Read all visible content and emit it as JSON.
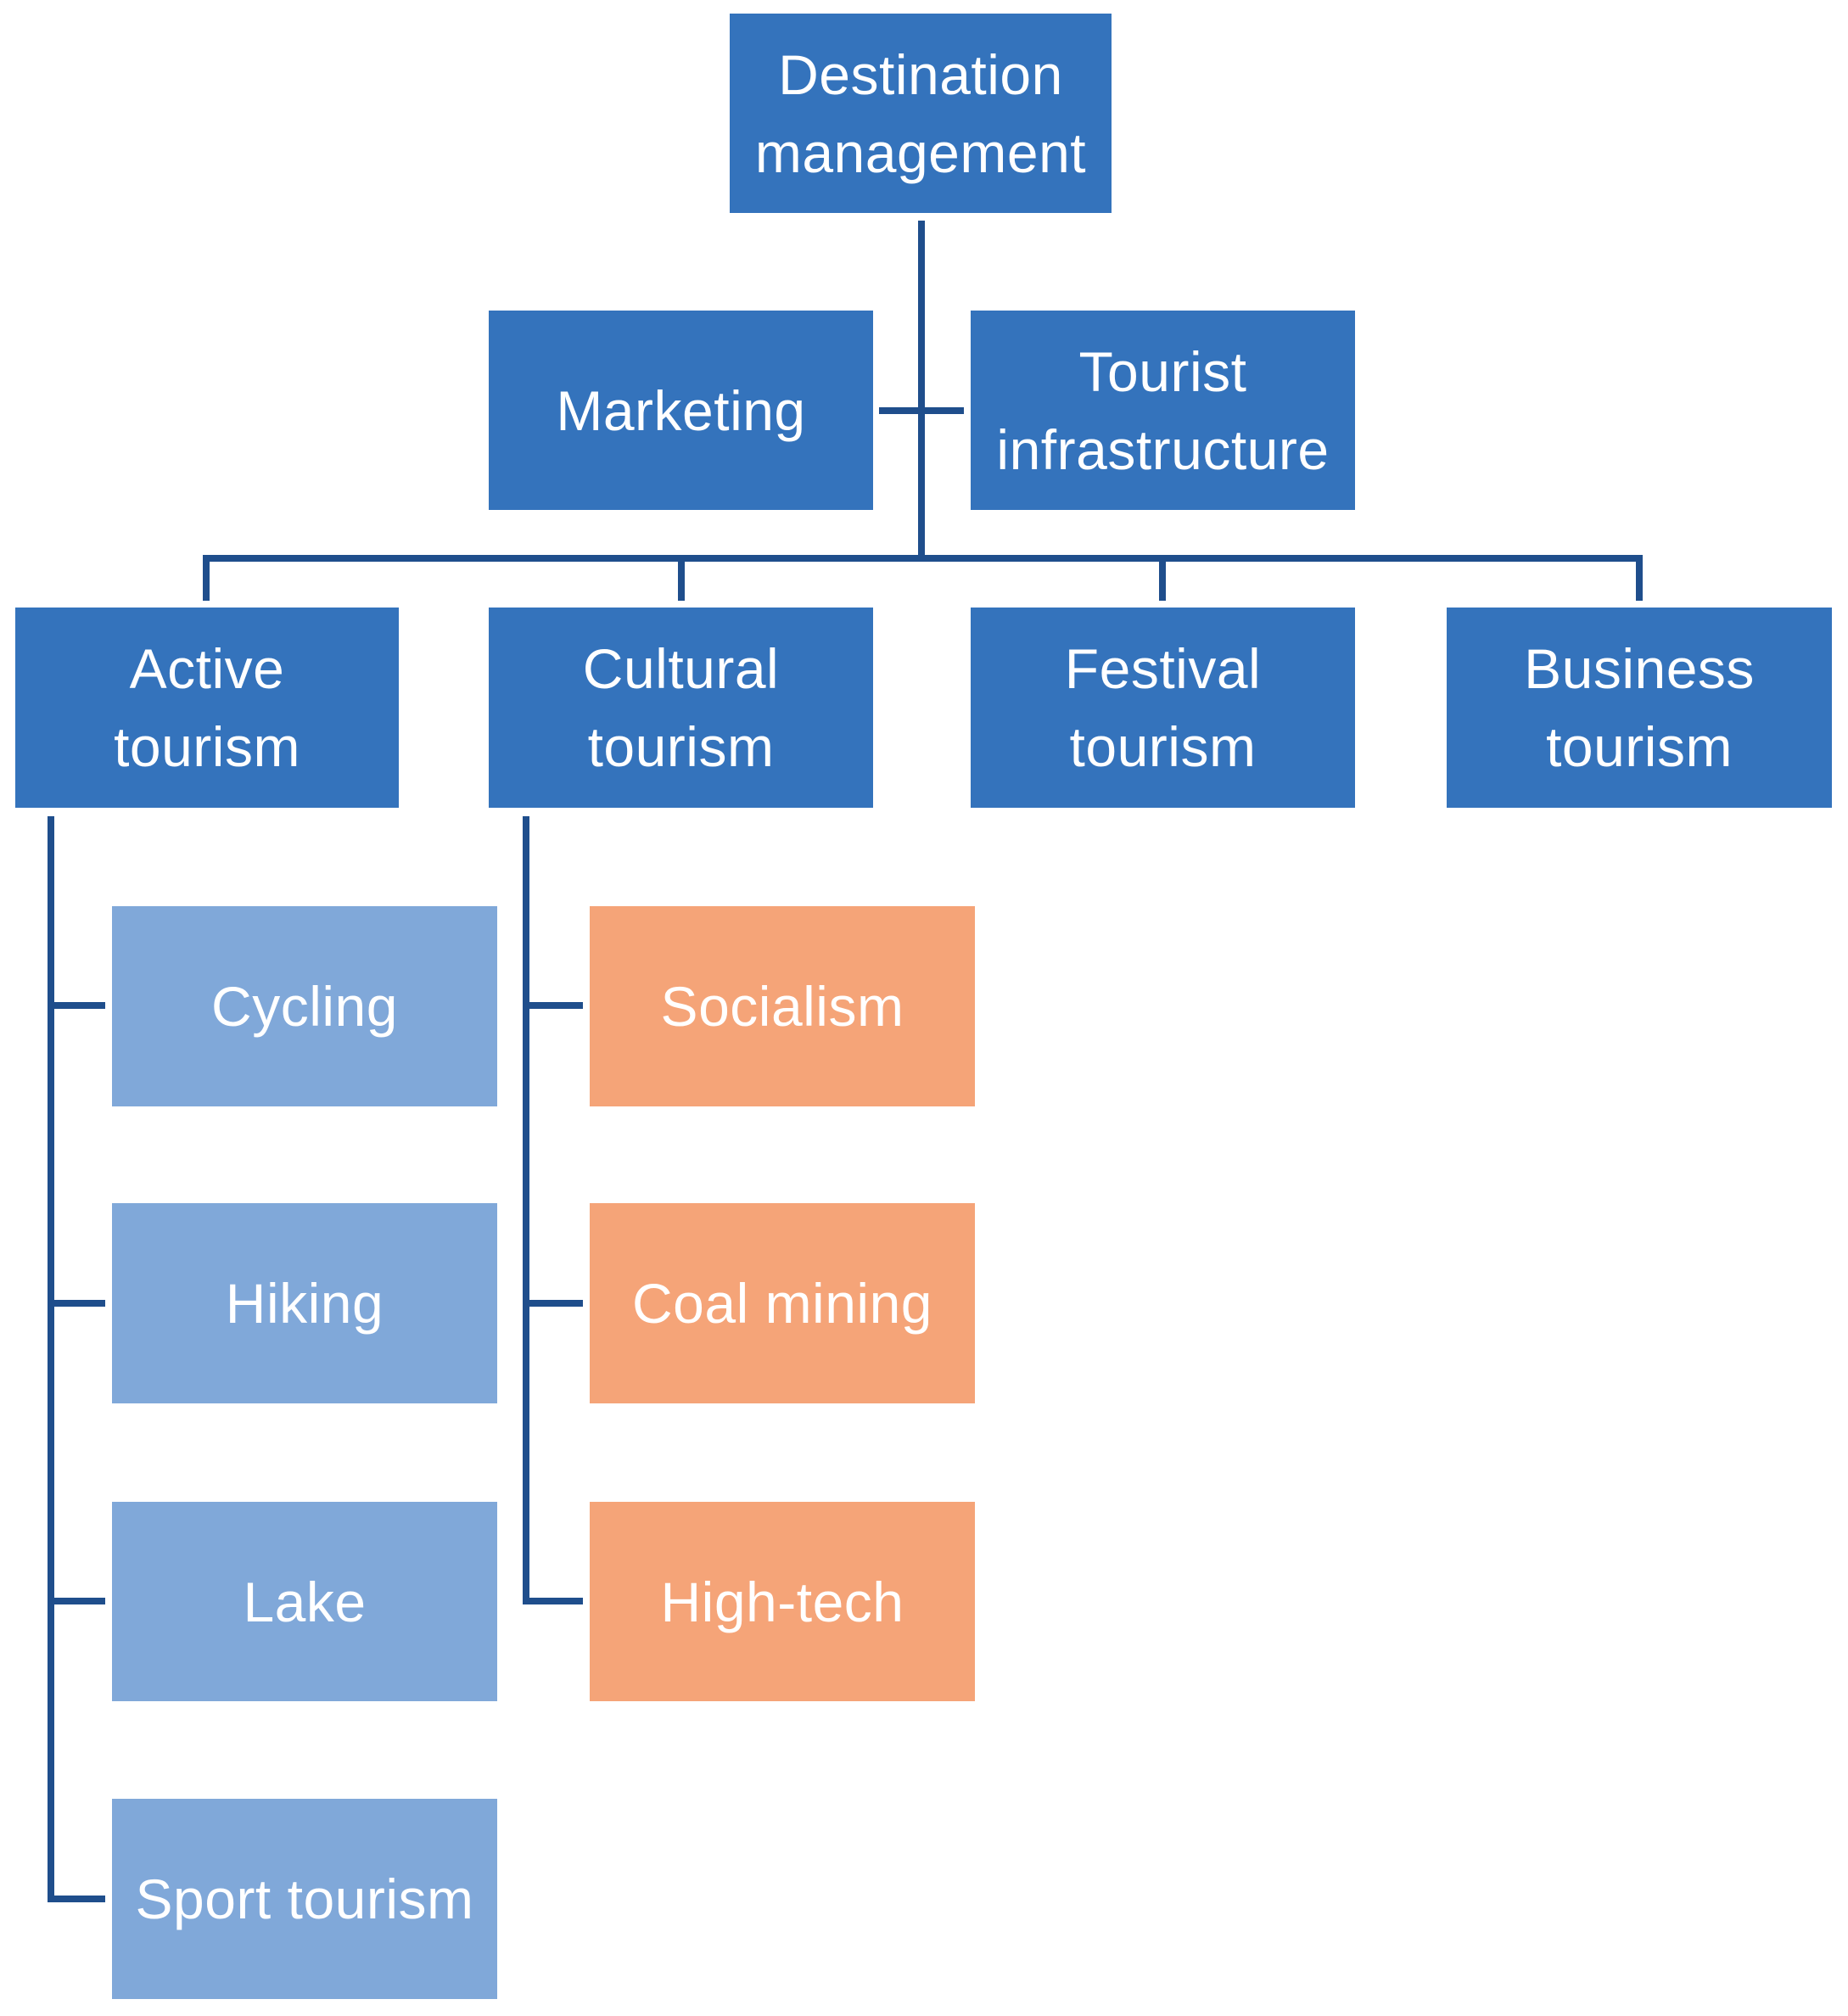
{
  "colors": {
    "primary_box": "#3473bc",
    "active_sub_box": "#80a8d9",
    "cultural_sub_box": "#f5a478",
    "connector": "#1f4e8c",
    "text": "#ffffff"
  },
  "root": {
    "label": "Destination\nmanagement"
  },
  "support": {
    "marketing": "Marketing",
    "infrastructure": "Tourist\ninfrastructure"
  },
  "categories": {
    "active": "Active\ntourism",
    "cultural": "Cultural\ntourism",
    "festival": "Festival\ntourism",
    "business": "Business\ntourism"
  },
  "active_items": [
    "Cycling",
    "Hiking",
    "Lake",
    "Sport tourism"
  ],
  "cultural_items": [
    "Socialism",
    "Coal mining",
    "High-tech"
  ]
}
